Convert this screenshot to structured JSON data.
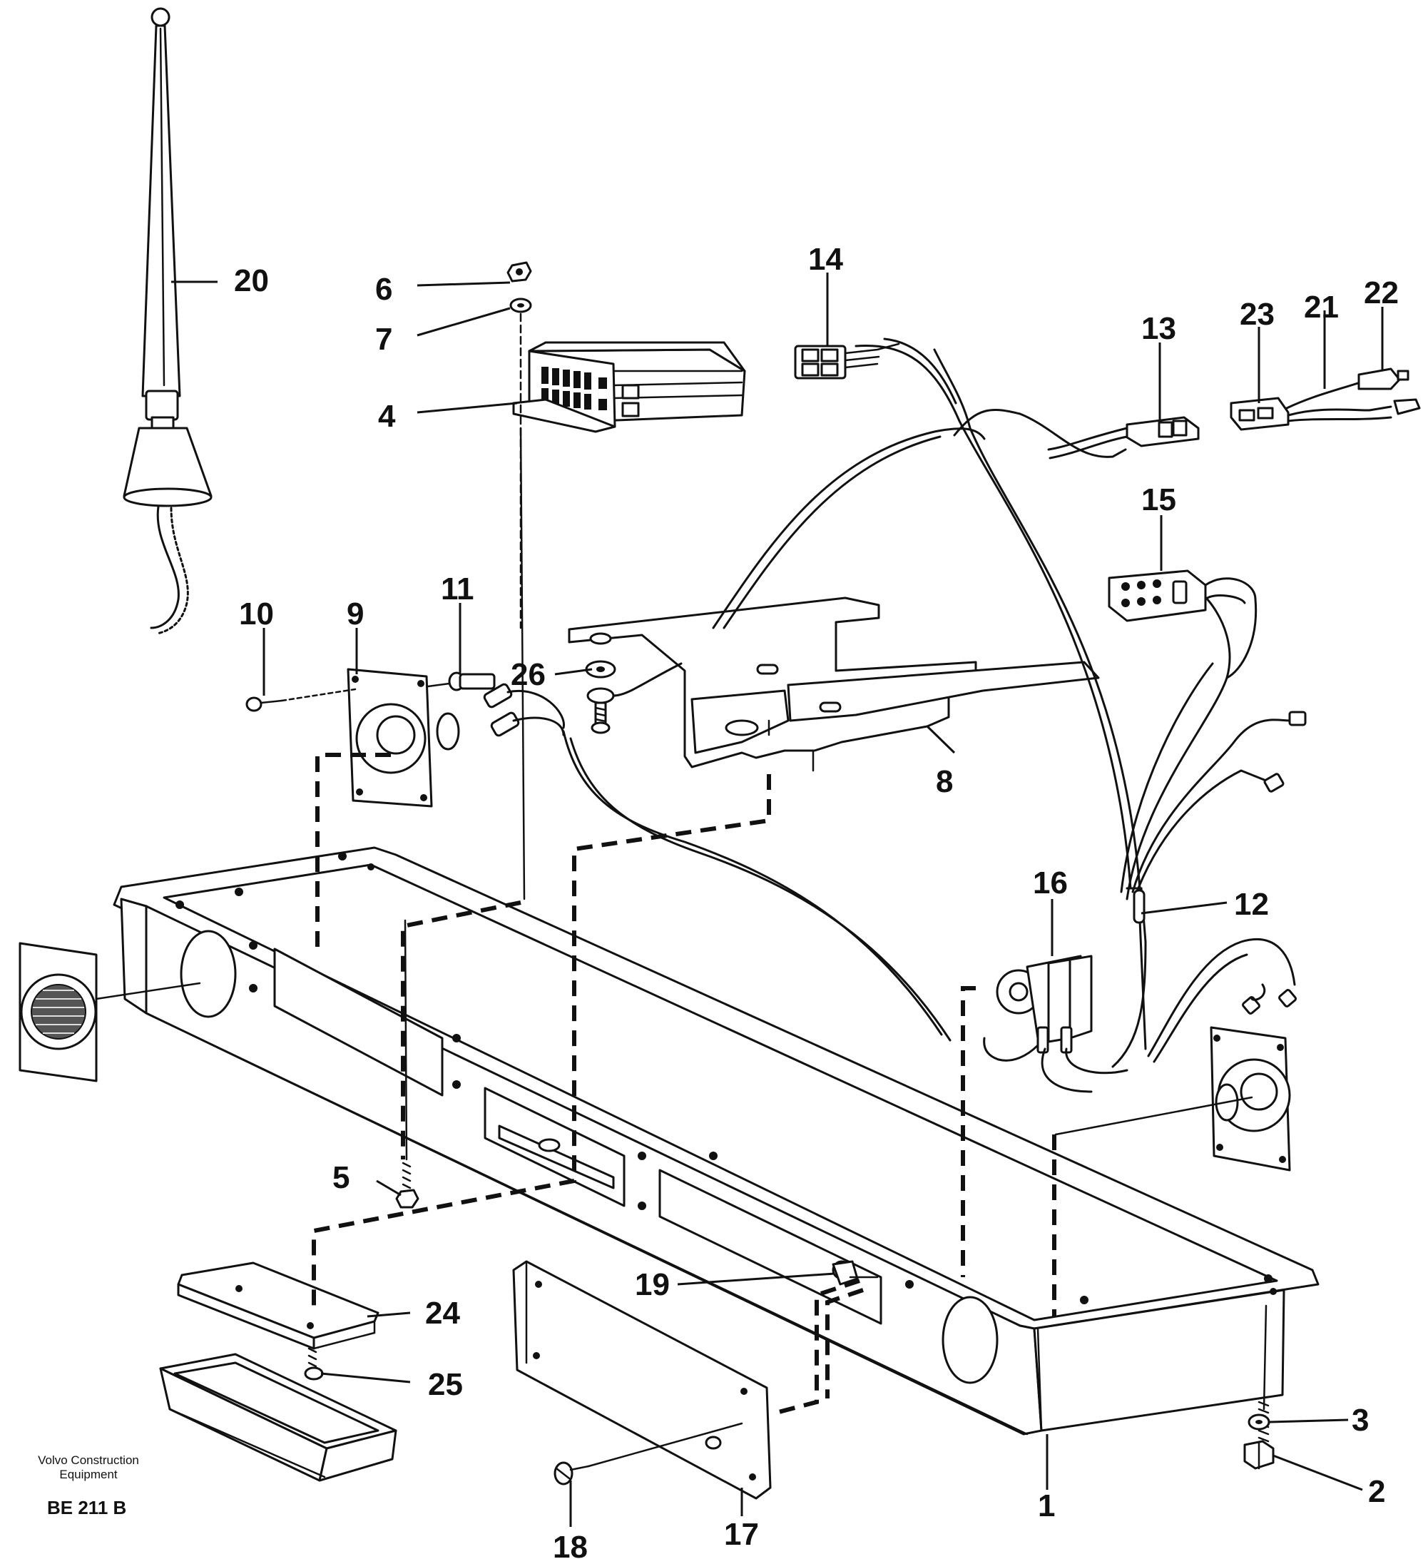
{
  "diagram": {
    "callouts": [
      "1",
      "2",
      "3",
      "4",
      "5",
      "6",
      "7",
      "8",
      "9",
      "10",
      "11",
      "12",
      "13",
      "14",
      "15",
      "16",
      "17",
      "18",
      "19",
      "20",
      "21",
      "22",
      "23",
      "24",
      "25",
      "26"
    ],
    "credit_line1": "Volvo Construction",
    "credit_line2": "Equipment",
    "figure_code": "BE 211 B"
  }
}
